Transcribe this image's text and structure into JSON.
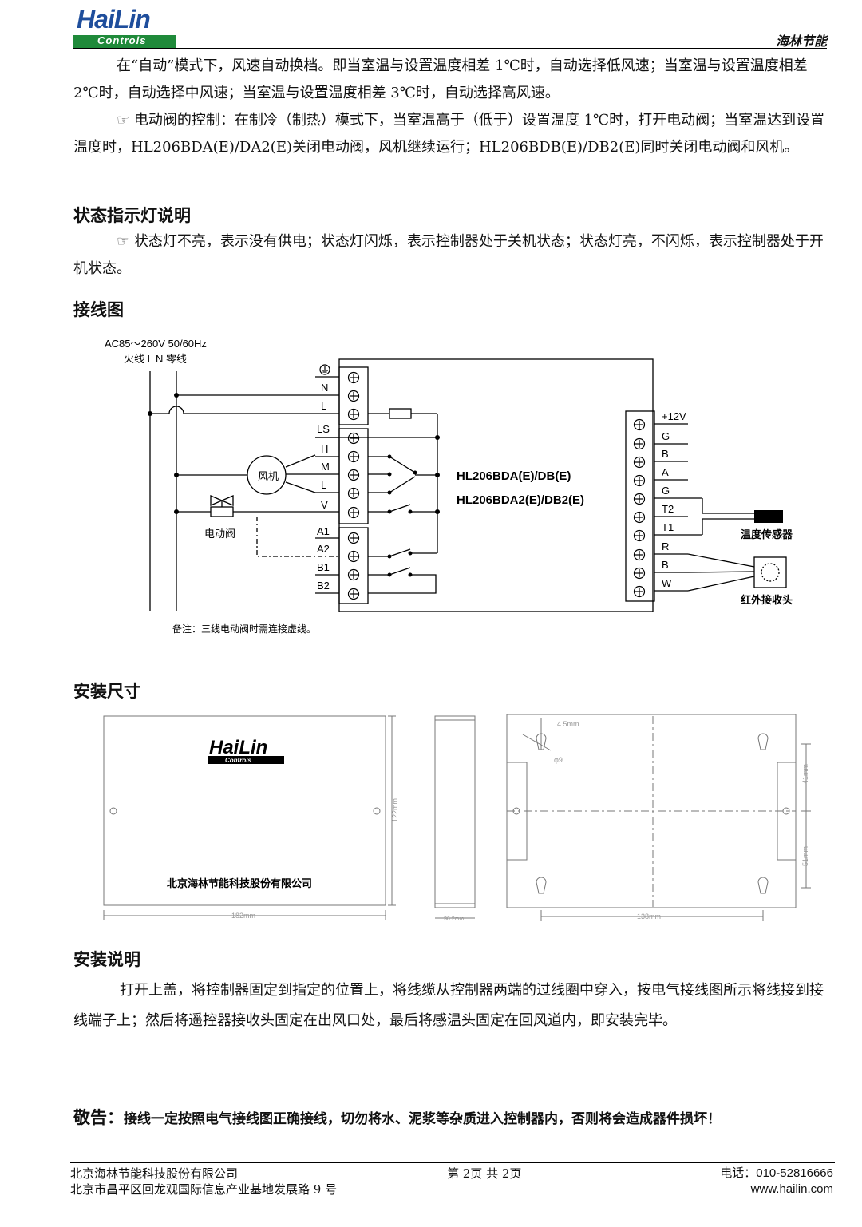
{
  "header": {
    "logo_main": "HaiLin",
    "logo_sub": "Controls",
    "brand": "海林节能"
  },
  "p1": "在“自动”模式下，风速自动换档。即当室温与设置温度相差 1℃时，自动选择低风速；当室温与设置温度相差 2℃时，自动选择中风速；当室温与设置温度相差 3℃时，自动选择高风速。",
  "p2_bullet": "☞",
  "p2": "电动阀的控制：在制冷（制热）模式下，当室温高于（低于）设置温度 1℃时，打开电动阀；当室温达到设置温度时，HL206BDA(E)/DA2(E)关闭电动阀，风机继续运行；HL206BDB(E)/DB2(E)同时关闭电动阀和风机。",
  "section_status": "状态指示灯说明",
  "p3_bullet": "☞",
  "p3": "状态灯不亮，表示没有供电；状态灯闪烁，表示控制器处于关机状态；状态灯亮，不闪烁，表示控制器处于开机状态。",
  "section_wiring": "接线图",
  "wiring": {
    "power": "AC85～260V   50/60Hz",
    "live_neutral": "火线 L      N 零线",
    "left_terminals": [
      "N",
      "L",
      "LS",
      "H",
      "M",
      "L",
      "V",
      "A1",
      "A2",
      "B1",
      "B2"
    ],
    "right_terminals": [
      "+12V",
      "G",
      "B",
      "A",
      "G",
      "T2",
      "T1",
      "R",
      "B",
      "W"
    ],
    "fan": "风机",
    "valve": "电动阀",
    "model1": "HL206BDA(E)/DB(E)",
    "model2": "HL206BDA2(E)/DB2(E)",
    "temp_sensor": "温度传感器",
    "ir_receiver": "红外接收头",
    "note": "备注：三线电动阀时需连接虚线。"
  },
  "section_dims": "安装尺寸",
  "dims": {
    "company": "北京海林节能科技股份有限公司",
    "width": "182mm",
    "height": "122mm",
    "depth": "36.2mm",
    "hole_span": "138mm",
    "slot": "4.5mm",
    "dia": "φ9",
    "h1": "41mm",
    "h2": "51mm"
  },
  "section_install": "安装说明",
  "p4": "打开上盖，将控制器固定到指定的位置上，将线缆从控制器两端的过线圈中穿入，按电气接线图所示将线接到接线端子上；然后将遥控器接收头固定在出风口处，最后将感温头固定在回风道内，即安装完毕。",
  "warning_label": "敬告：",
  "warning_text": "接线一定按照电气接线图正确接线，切勿将水、泥浆等杂质进入控制器内，否则将会造成器件损坏！",
  "footer": {
    "company": "北京海林节能科技股份有限公司",
    "address": "北京市昌平区回龙观国际信息产业基地发展路 9 号",
    "page": "第 2页  共 2页",
    "phone": "电话：010-52816666",
    "web": "www.hailin.com"
  },
  "colors": {
    "logo_blue": "#1f4e9c",
    "logo_green": "#1f8a3a"
  }
}
